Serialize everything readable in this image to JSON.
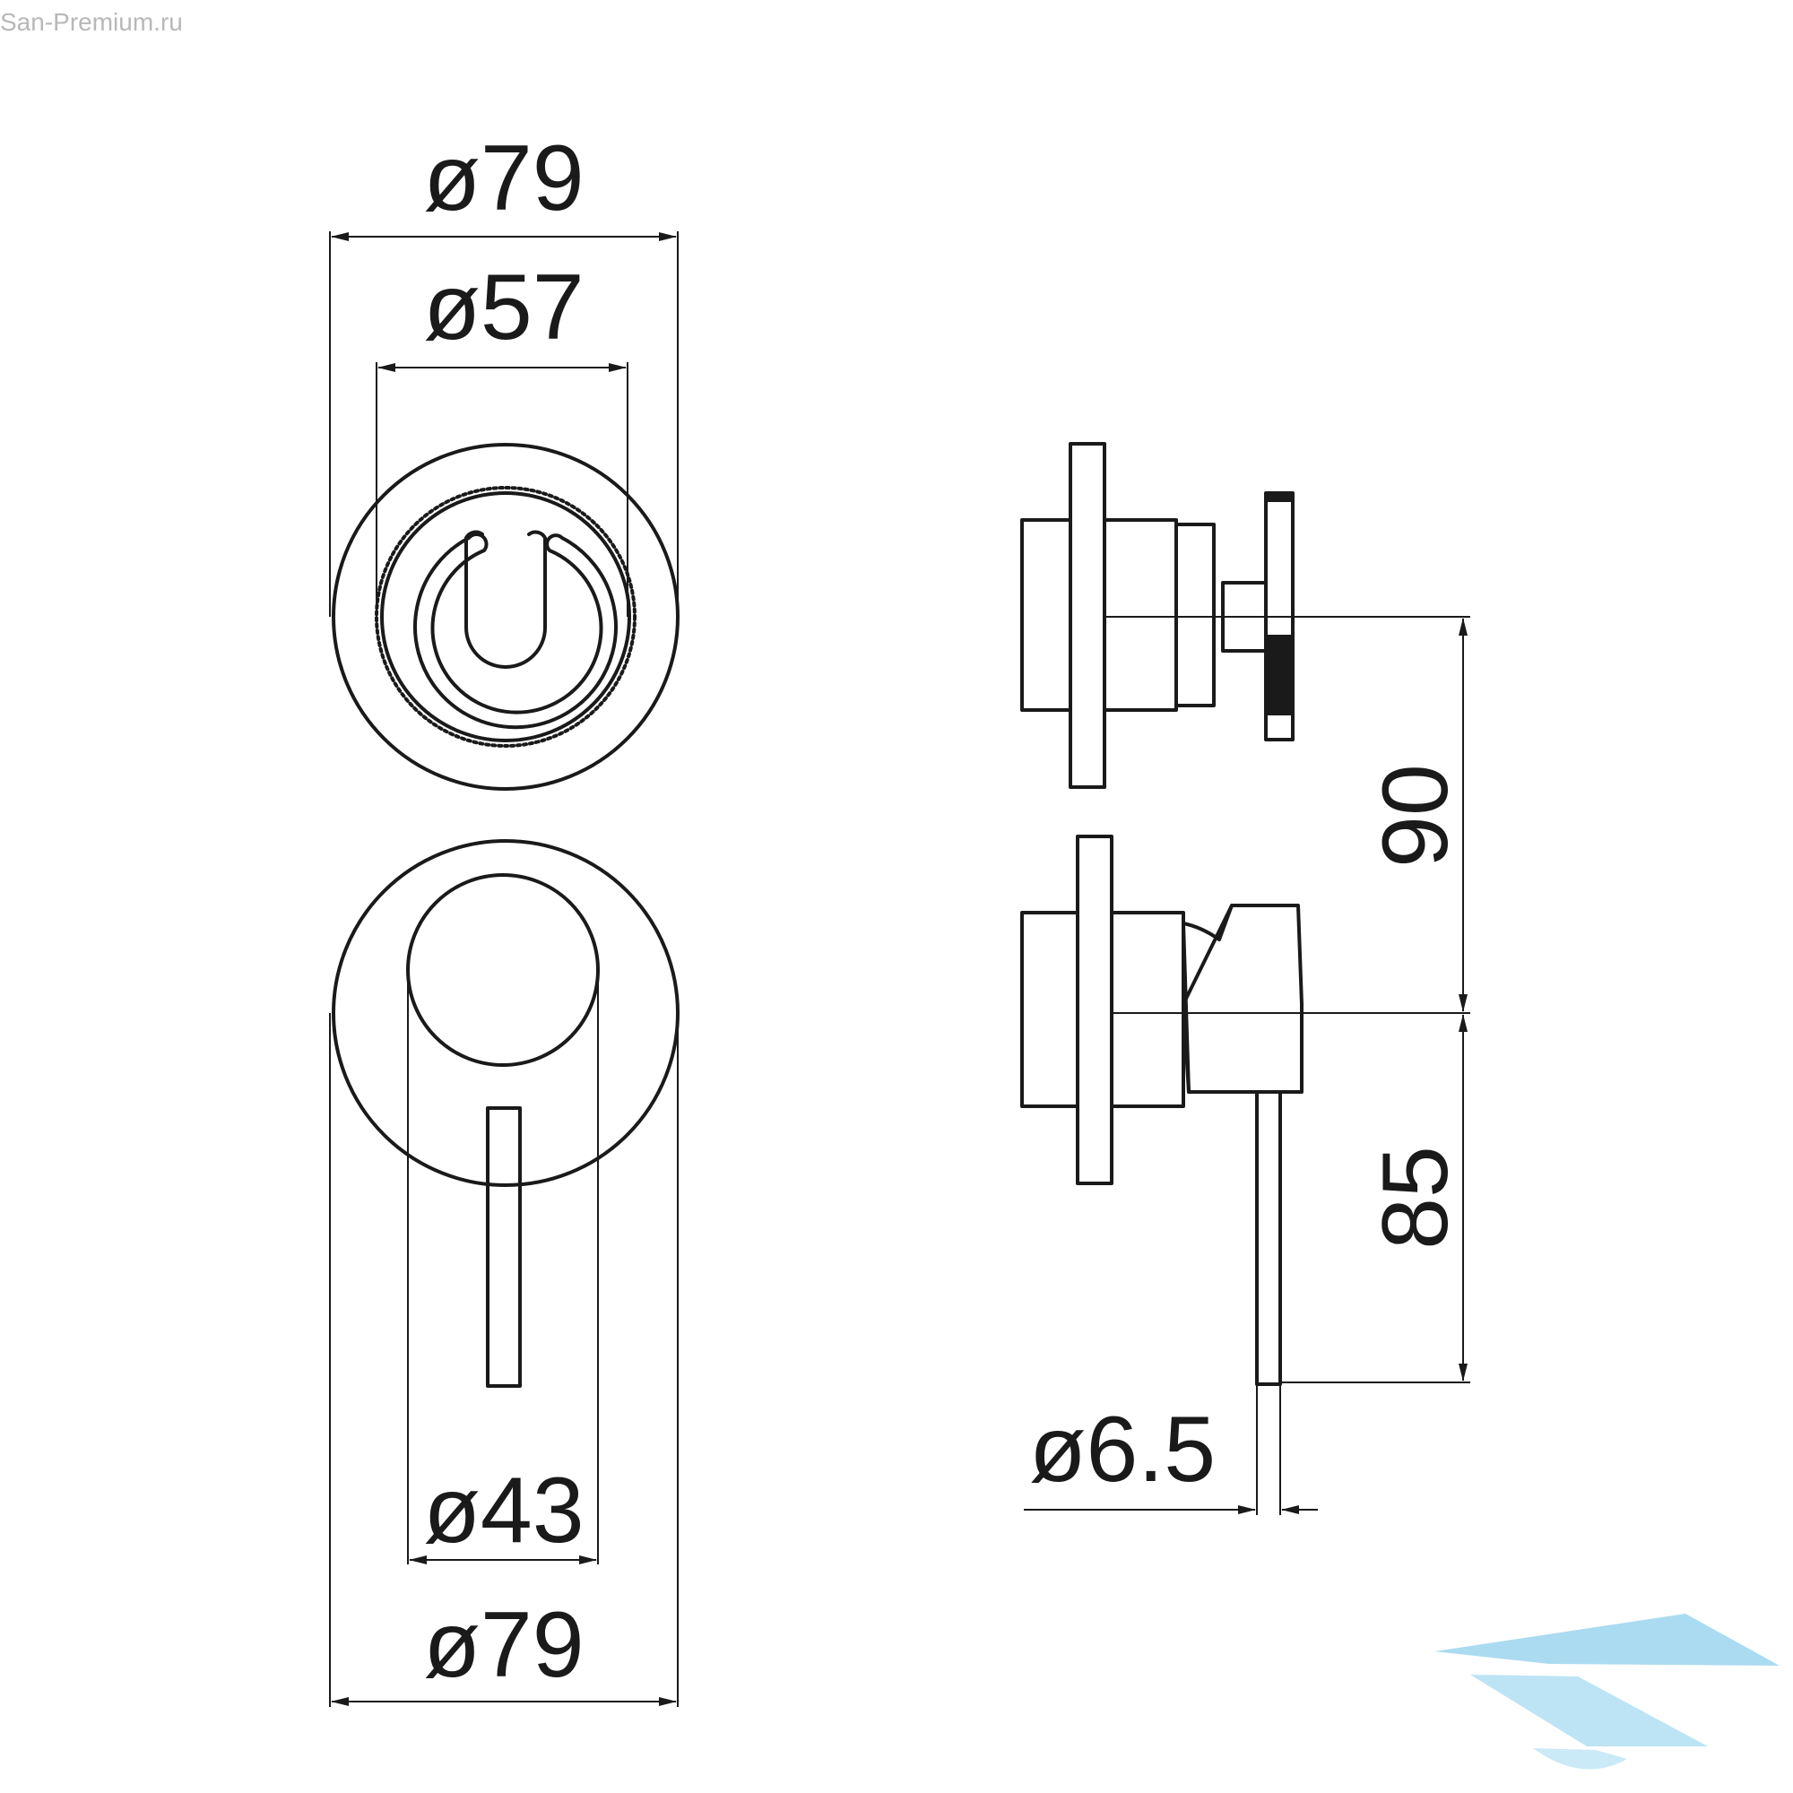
{
  "watermark": {
    "text": "San-Premium.ru"
  },
  "dimensions": {
    "top_outer_diameter": "ø79",
    "top_inner_diameter": "ø57",
    "bottom_handle_diameter": "ø43",
    "bottom_outer_diameter": "ø79",
    "side_height_upper": "90",
    "side_height_lower": "85",
    "lever_diameter": "ø6.5"
  },
  "colors": {
    "line": "#1a1a1a",
    "logo": "#8fd0ec"
  }
}
